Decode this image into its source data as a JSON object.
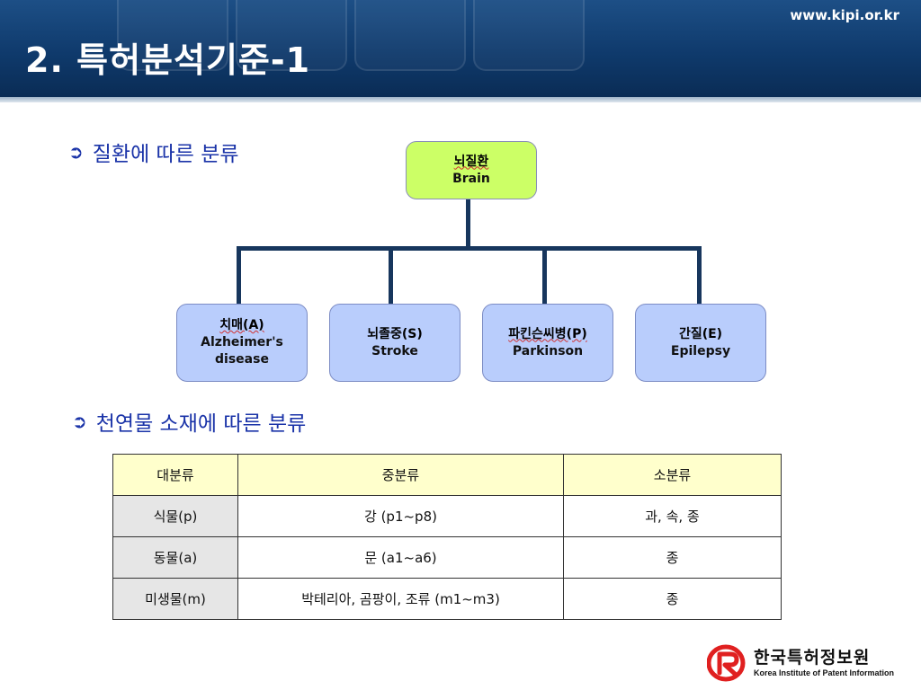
{
  "header": {
    "title": "2. 특허분석기준-1",
    "url": "www.kipi.or.kr"
  },
  "sections": {
    "disease": {
      "bullet": "➲",
      "label": "질환에 따른 분류"
    },
    "natural": {
      "bullet": "➲",
      "label": "천연물 소재에 따른 분류"
    }
  },
  "tree": {
    "root": {
      "ko": "뇌질환",
      "en": "Brain"
    },
    "children": [
      {
        "ko": "치매(A)",
        "en": "Alzheimer's disease"
      },
      {
        "ko": "뇌졸중(S)",
        "en": "Stroke"
      },
      {
        "ko": "파킨슨씨병(P)",
        "en": "Parkinson"
      },
      {
        "ko": "간질(E)",
        "en": "Epilepsy"
      }
    ]
  },
  "table": {
    "headers": [
      "대분류",
      "중분류",
      "소분류"
    ],
    "rows": [
      [
        "식물(p)",
        "강 (p1~p8)",
        "과, 속, 종"
      ],
      [
        "동물(a)",
        "문 (a1~a6)",
        "종"
      ],
      [
        "미생물(m)",
        "박테리아, 곰팡이, 조류 (m1~m3)",
        "종"
      ]
    ]
  },
  "logo": {
    "name_ko": "한국특허정보원",
    "name_en": "Korea Institute of Patent Information"
  },
  "colors": {
    "header_bg": "#0f3a6c",
    "heading_text": "#1a33a8",
    "root_node": "#ccff66",
    "child_node": "#b9cdfc",
    "connector": "#17365d",
    "table_header": "#ffffcc",
    "table_rowhead": "#e6e6e6",
    "logo_red": "#e02020"
  }
}
